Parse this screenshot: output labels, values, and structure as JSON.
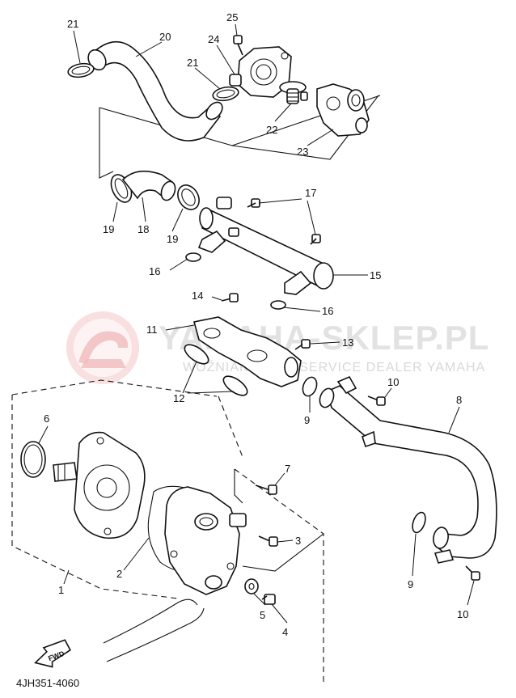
{
  "diagram_code": "4JH351-4060",
  "fwd_label": "FWD",
  "watermark": {
    "main": "YAMAHA-SKLEP.PL",
    "sub": "WOŹNIAK MOTO SERVICE DEALER YAMAHA"
  },
  "part_labels": {
    "p1": "1",
    "p2": "2",
    "p3": "3",
    "p4": "4",
    "p5": "5",
    "p6": "6",
    "p7": "7",
    "p8": "8",
    "p9a": "9",
    "p9b": "9",
    "p10a": "10",
    "p10b": "10",
    "p11": "11",
    "p12": "12",
    "p13": "13",
    "p14": "14",
    "p15": "15",
    "p16a": "16",
    "p16b": "16",
    "p17": "17",
    "p18": "18",
    "p19a": "19",
    "p19b": "19",
    "p20": "20",
    "p21a": "21",
    "p21b": "21",
    "p22": "22",
    "p23": "23",
    "p24": "24",
    "p25": "25"
  }
}
